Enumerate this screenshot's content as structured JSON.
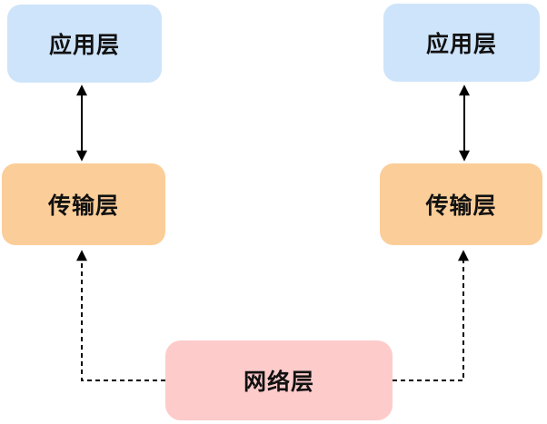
{
  "diagram": {
    "background": "#ffffff",
    "line_color": "#000000",
    "text_color": "#111111",
    "nodes": {
      "app_left": {
        "label": "应用层",
        "color": "#cee4fa"
      },
      "transport_left": {
        "label": "传输层",
        "color": "#fbcd98"
      },
      "app_right": {
        "label": "应用层",
        "color": "#cee4fa"
      },
      "transport_right": {
        "label": "传输层",
        "color": "#fbcd98"
      },
      "network": {
        "label": "网络层",
        "color": "#fecbcb"
      }
    },
    "edges": [
      {
        "from": "app_left",
        "to": "transport_left",
        "line": "solid",
        "arrows": "both"
      },
      {
        "from": "app_right",
        "to": "transport_right",
        "line": "solid",
        "arrows": "both"
      },
      {
        "from": "network",
        "to": "transport_left",
        "line": "dashed",
        "arrows": "end"
      },
      {
        "from": "network",
        "to": "transport_right",
        "line": "dashed",
        "arrows": "end"
      }
    ]
  }
}
